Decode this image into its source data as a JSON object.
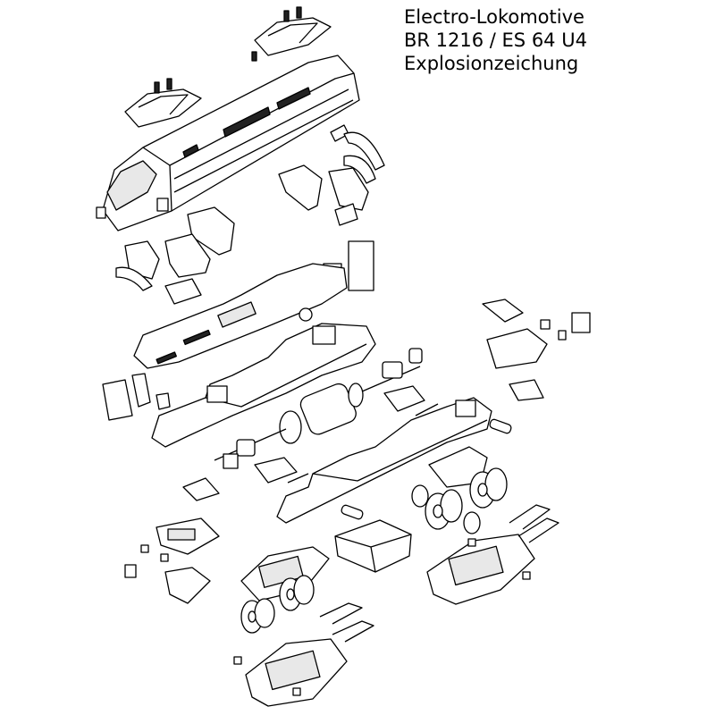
{
  "title": {
    "line1": "Electro-Lokomotive",
    "line2": "BR 1216 / ES 64 U4",
    "line3": "Explosionzeichung"
  }
}
